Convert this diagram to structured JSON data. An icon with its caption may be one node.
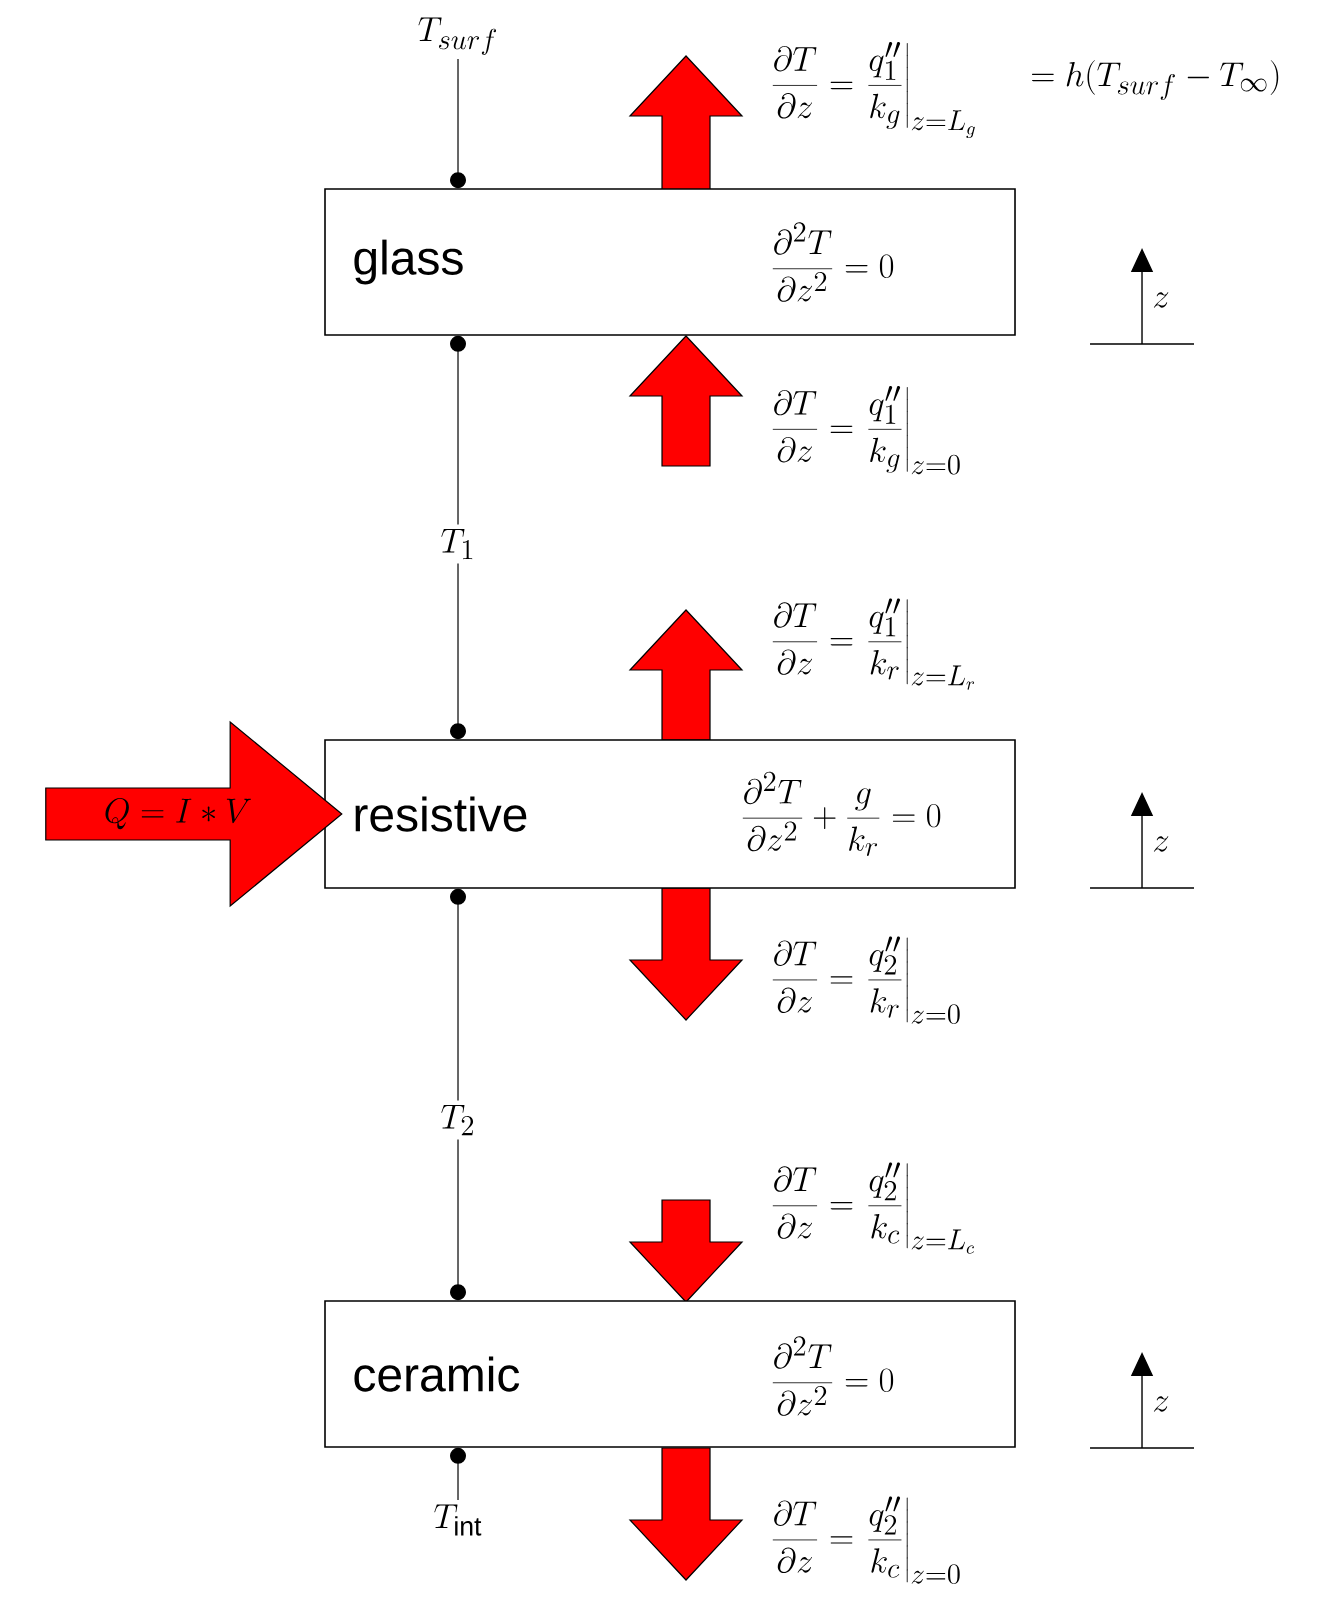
{
  "diagram": {
    "nodes": [
      {
        "text": [
          "glass",
          "\\frac{\\partial^2 T}{\\partial z^2}=0"
        ]
      },
      {
        "text": [
          "resistive",
          "\\frac{\\partial^2 T}{\\partial z^2}+\\frac{g}{k_r}=0"
        ]
      },
      {
        "text": [
          "ceramic",
          "\\frac{\\partial^2 T}{\\partial z^2}=0"
        ]
      },
      {
        "text": [
          "T_{surf}"
        ]
      },
      {
        "text": [
          "T_1"
        ]
      },
      {
        "text": [
          "T_2"
        ]
      },
      {
        "text": [
          "T_{\\mathrm{int}}"
        ]
      },
      {
        "text": [
          "Q=I*V"
        ]
      }
    ],
    "edges": [
      {
        "from": 3,
        "to": 0,
        "arrow": "other"
      },
      {
        "from": 4,
        "to": 0,
        "arrow": "other"
      },
      {
        "from": 4,
        "to": 1,
        "arrow": "other"
      },
      {
        "from": 5,
        "to": 1,
        "arrow": "other"
      },
      {
        "from": 5,
        "to": 2,
        "arrow": "other"
      },
      {
        "from": 6,
        "to": 2,
        "arrow": "other"
      }
    ],
    "labels": [
      "\\frac{\\partial T}{\\partial z}=\\left.\\frac{q_1''}{k_g}\\right|_{z=L_g}",
      "=h(T_{surf}-T_\\infty)",
      "z",
      "\\frac{\\partial T}{\\partial z}=\\left.\\frac{q_1''}{k_g}\\right|_{z=0}",
      "\\frac{\\partial T}{\\partial z}=\\left.\\frac{q_1''}{k_r}\\right|_{z=L_r}",
      "z",
      "\\frac{\\partial T}{\\partial z}=\\left.\\frac{q_2''}{k_r}\\right|_{z=0}",
      "\\frac{\\partial T}{\\partial z}=\\left.\\frac{q_2''}{k_c}\\right|_{z=L_c}",
      "z",
      "\\frac{\\partial T}{\\partial z}=\\left.\\frac{q_2''}{k_c}\\right|_{z=0}"
    ]
  }
}
